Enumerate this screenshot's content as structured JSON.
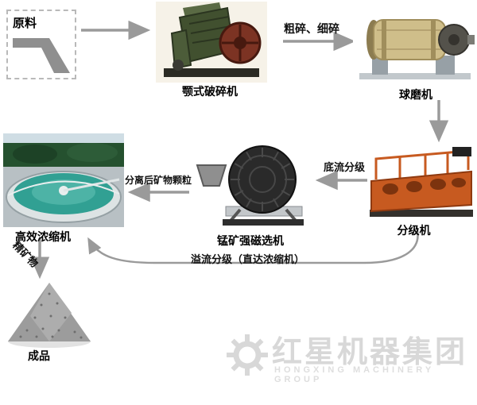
{
  "flow": {
    "raw_material": "原料",
    "jaw_crusher": "颚式破碎机",
    "ball_mill": "球磨机",
    "classifier": "分级机",
    "magnetic_separator": "锰矿强磁选机",
    "thickener": "高效浓缩机",
    "product": "成品"
  },
  "edge_labels": {
    "crush": "粗碎、细碎",
    "underflow": "底流分级",
    "separated": "分离后矿物颗粒",
    "concentrate": "精矿物",
    "overflow": "溢流分级（直达浓缩机）"
  },
  "watermark": {
    "brand": "红星机器集团",
    "subtitle": "HONGXING MACHINERY GROUP"
  },
  "colors": {
    "arrow": "#9a9a9a",
    "text": "#111111",
    "watermark": "#d8d8d8",
    "classifier_orange": "#c75a20",
    "thickener_water": "#31a093"
  }
}
